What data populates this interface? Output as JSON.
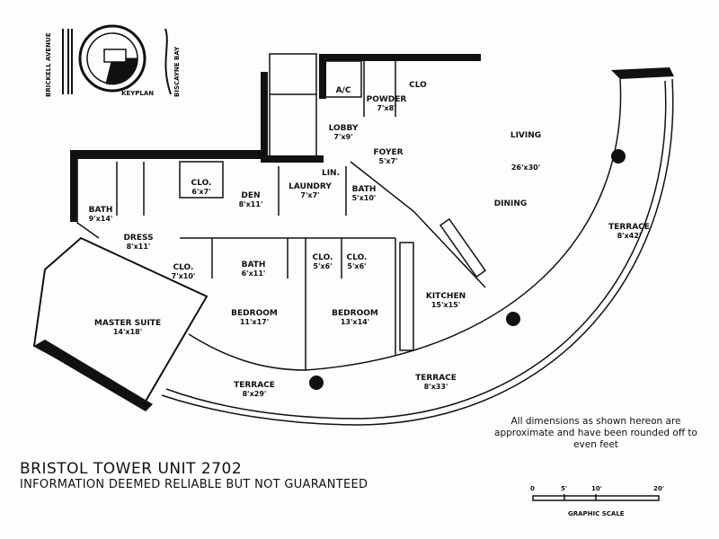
{
  "title": "BRISTOL TOWER UNIT 2702",
  "subtitle": "INFORMATION DEEMED RELIABLE BUT NOT GUARANTEED",
  "note": "All dimensions as shown hereon are approximate and have been rounded off to even feet",
  "keyplan": {
    "label": "KEYPLAN",
    "street": "BRICKELL AVENUE",
    "bay": "BISCAYNE BAY"
  },
  "scale": {
    "label": "GRAPHIC SCALE",
    "ticks": [
      "0",
      "5'",
      "10'",
      "20'"
    ]
  },
  "rooms": {
    "living": {
      "name": "LIVING",
      "dim": "26'x30'"
    },
    "dining": {
      "name": "DINING"
    },
    "lobby": {
      "name": "LOBBY",
      "dim": "7'x9'"
    },
    "powder": {
      "name": "POWDER",
      "dim": "7'x8'"
    },
    "foyer": {
      "name": "FOYER",
      "dim": "5'x7'"
    },
    "ac": {
      "name": "A/C"
    },
    "clo_entry": {
      "name": "CLO"
    },
    "lin": {
      "name": "LIN."
    },
    "laundry": {
      "name": "LAUNDRY",
      "dim": "7'x7'"
    },
    "bath_hall": {
      "name": "BATH",
      "dim": "5'x10'"
    },
    "den": {
      "name": "DEN",
      "dim": "8'x11'"
    },
    "clo_den": {
      "name": "CLO.",
      "dim": "6'x7'"
    },
    "bath_master": {
      "name": "BATH",
      "dim": "9'x14'"
    },
    "dress": {
      "name": "DRESS",
      "dim": "8'x11'"
    },
    "clo_master": {
      "name": "CLO.",
      "dim": "7'x10'"
    },
    "bath_beds": {
      "name": "BATH",
      "dim": "6'x11'"
    },
    "clo_1": {
      "name": "CLO.",
      "dim": "5'x6'"
    },
    "clo_2": {
      "name": "CLO.",
      "dim": "5'x6'"
    },
    "master": {
      "name": "MASTER SUITE",
      "dim": "14'x18'"
    },
    "bedroom_1": {
      "name": "BEDROOM",
      "dim": "11'x17'"
    },
    "bedroom_2": {
      "name": "BEDROOM",
      "dim": "13'x14'"
    },
    "kitchen": {
      "name": "KITCHEN",
      "dim": "15'x15'"
    },
    "terrace_right": {
      "name": "TERRACE",
      "dim": "8'x42'"
    },
    "terrace_mid": {
      "name": "TERRACE",
      "dim": "8'x33'"
    },
    "terrace_left": {
      "name": "TERRACE",
      "dim": "8'x29'"
    }
  }
}
